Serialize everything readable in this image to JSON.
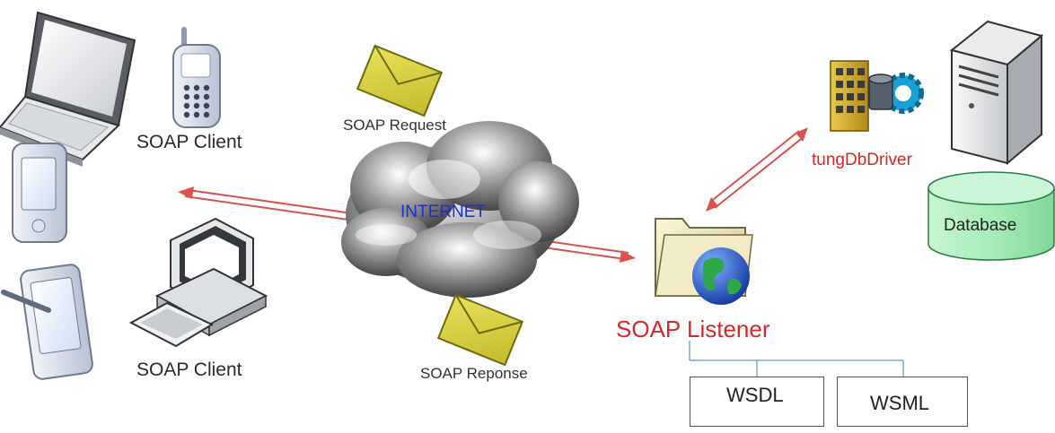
{
  "labels": {
    "soap_client_top": "SOAP Client",
    "soap_client_bottom": "SOAP Client",
    "soap_request": "SOAP Request",
    "soap_response": "SOAP Reponse",
    "internet": "INTERNET",
    "soap_listener": "SOAP Listener",
    "driver": "tungDbDriver",
    "database": "Database",
    "wsdl": "WSDL",
    "wsml": "WSML"
  },
  "colors": {
    "arrow": "#d9534f",
    "listener_text": "#d62828",
    "driver_text": "#d62828",
    "internet_text": "#1a2fd6",
    "envelope": "#d6cf3a",
    "database": "#9fe6b0",
    "connector": "#7fa6d6"
  },
  "icons": {
    "client_laptop": "laptop-icon",
    "client_phone": "phone-icon",
    "client_pda": "pda-icon",
    "client_tablet": "tablet-icon",
    "client_desktop": "desktop-computer-icon",
    "request": "envelope-icon",
    "response": "envelope-icon",
    "network": "cloud-icon",
    "listener": "folder-globe-icon",
    "driver": "building-gear-icon",
    "server": "server-tower-icon",
    "database": "database-cylinder-icon"
  }
}
